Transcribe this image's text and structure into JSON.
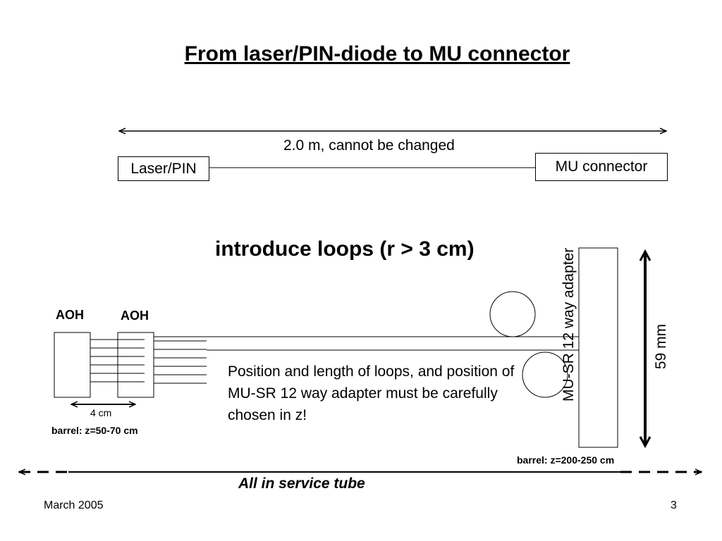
{
  "slide": {
    "title": "From laser/PIN-diode to MU connector",
    "length_label": "2.0 m, cannot be changed",
    "laser_label": "Laser/PIN",
    "mu_connector_label": "MU connector",
    "subtitle": "introduce loops (r > 3 cm)",
    "aoh_left": "AOH",
    "aoh_right": "AOH",
    "spacing_label": "4 cm",
    "barrel_left": "barrel: z=50-70 cm",
    "note": "Position and length of loops, and position of MU-SR 12 way adapter must be carefully chosen in z!",
    "adapter_label": "MU-SR 12 way adapter",
    "height_label": "59 mm",
    "barrel_right": "barrel: z=200-250 cm",
    "tube_label": "All in service tube"
  },
  "footer": {
    "date": "March 2005",
    "page_number": "3"
  }
}
